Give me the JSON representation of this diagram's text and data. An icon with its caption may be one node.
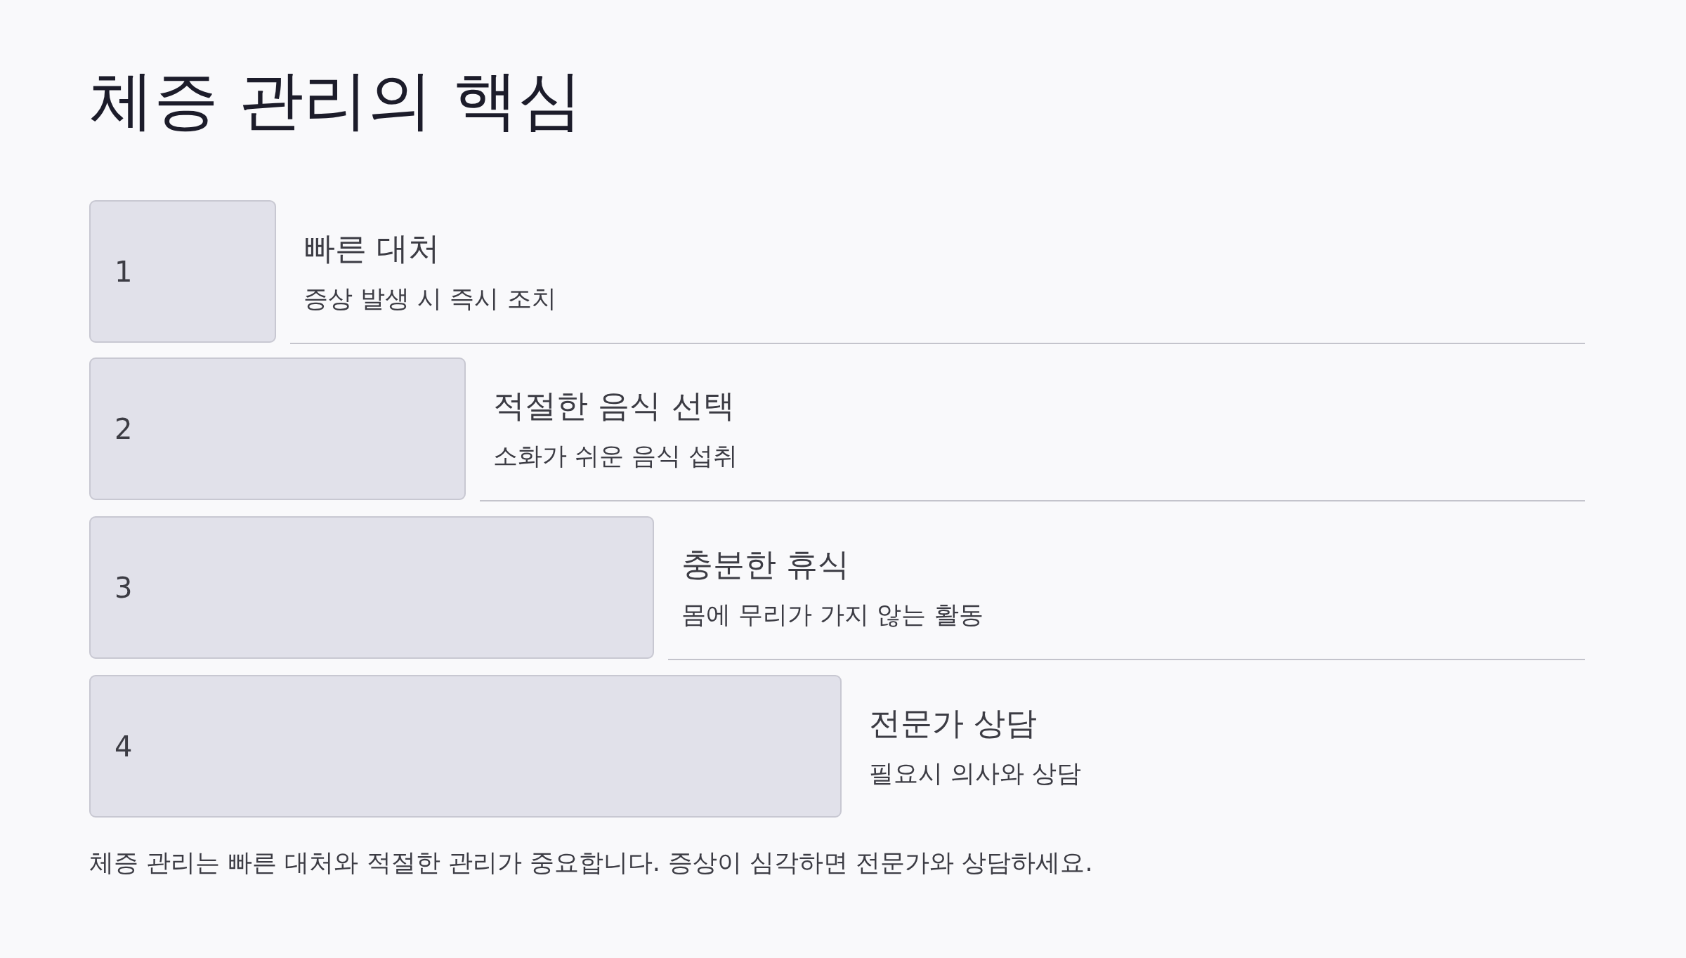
{
  "diagram": {
    "title": "체증 관리의 핵심",
    "nodes": [
      {
        "text": [
          "1"
        ],
        "beside": [
          "빠른 대처",
          "증상 발생 시 즉시 조치"
        ]
      },
      {
        "text": [
          "2"
        ],
        "beside": [
          "적절한 음식 선택",
          "소화가 쉬운 음식 섭취"
        ]
      },
      {
        "text": [
          "3"
        ],
        "beside": [
          "충분한 휴식",
          "몸에 무리가 가지 않는 활동"
        ]
      },
      {
        "text": [
          "4"
        ],
        "beside": [
          "전문가 상담",
          "필요시 의사와 상담"
        ]
      }
    ],
    "edges": [],
    "caption": "체증 관리는 빠른 대처와 적절한 관리가 중요합니다. 증상이 심각하면 전문가와 상담하세요."
  }
}
